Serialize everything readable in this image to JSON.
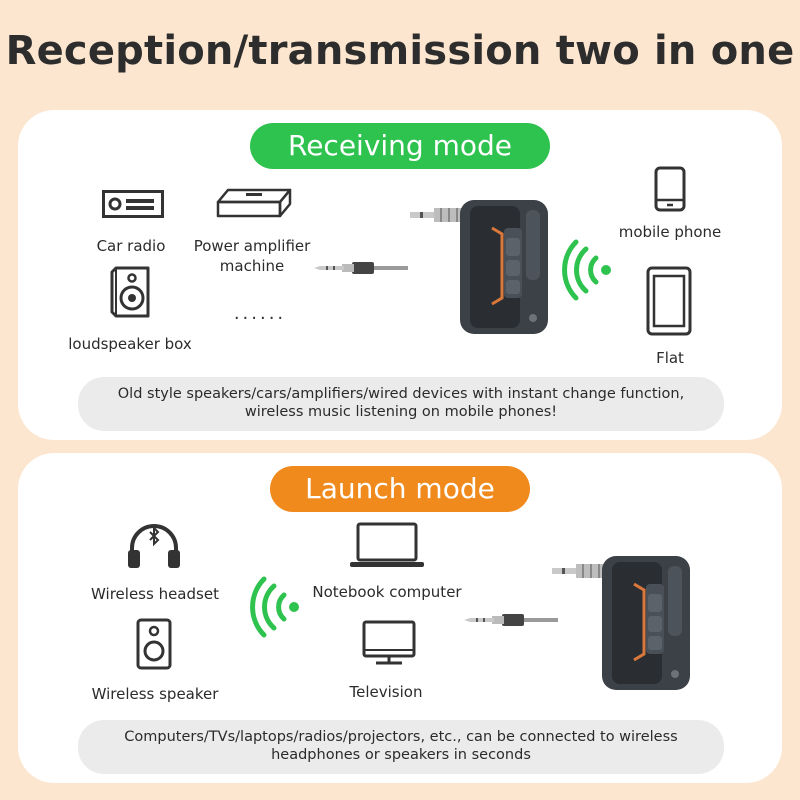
{
  "title": "Reception/transmission two in one",
  "colors": {
    "green": "#2ec24f",
    "orange": "#f08a1d",
    "background": "#fde6cf",
    "device": "#3c4147",
    "accent": "#d9783a"
  },
  "receiving": {
    "badge": "Receiving mode",
    "devices": {
      "car_radio": "Car radio",
      "power_amplifier_line1": "Power amplifier",
      "power_amplifier_line2": "machine",
      "loudspeaker": "loudspeaker box",
      "more": "......",
      "mobile_phone": "mobile phone",
      "flat": "Flat"
    },
    "note_line1": "Old style speakers/cars/amplifiers/wired devices with instant change function,",
    "note_line2": "wireless music listening on mobile phones!",
    "icons": [
      "car-radio-icon",
      "amplifier-icon",
      "loudspeaker-icon",
      "aux-cable-icon",
      "bluetooth-adapter-icon",
      "wireless-signal-icon",
      "mobile-phone-icon",
      "tablet-icon"
    ]
  },
  "launch": {
    "badge": "Launch mode",
    "devices": {
      "headset": "Wireless headset",
      "speaker": "Wireless speaker",
      "notebook": "Notebook computer",
      "television": "Television"
    },
    "note_line1": "Computers/TVs/laptops/radios/projectors, etc., can be connected to wireless",
    "note_line2": "headphones or speakers in seconds",
    "icons": [
      "bluetooth-headset-icon",
      "speaker-icon",
      "wireless-signal-icon",
      "laptop-icon",
      "television-icon",
      "aux-cable-icon",
      "bluetooth-adapter-icon"
    ]
  }
}
